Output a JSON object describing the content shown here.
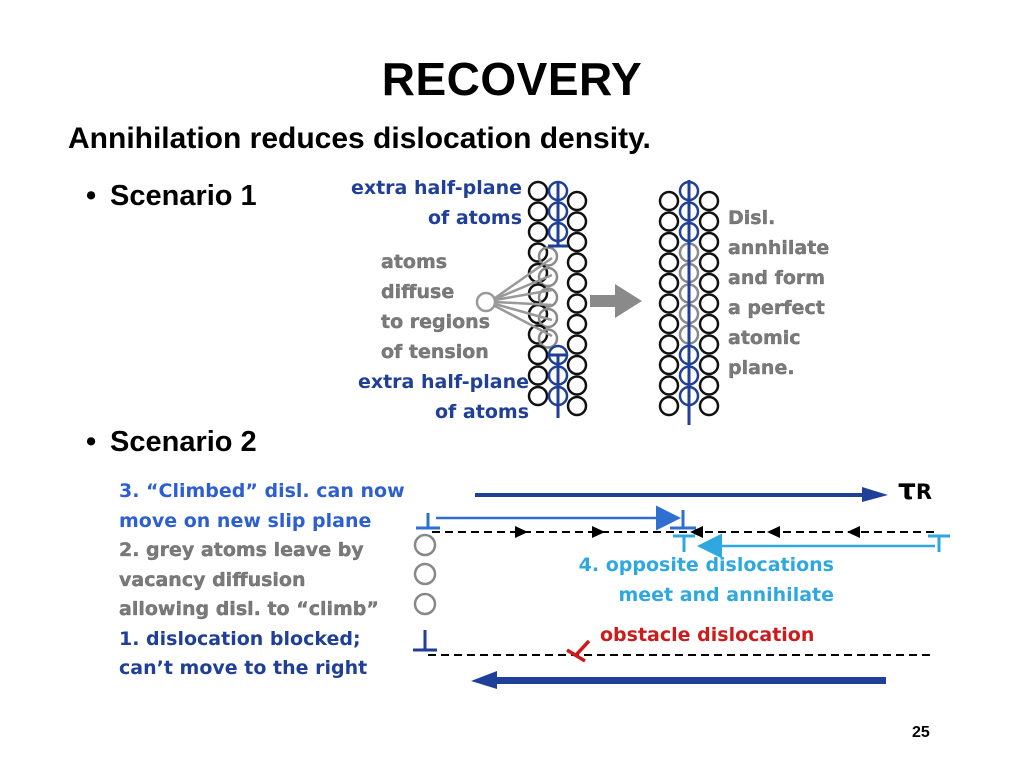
{
  "slide": {
    "title": "RECOVERY",
    "subtitle": "Annihilation reduces dislocation density.",
    "page_number": "25"
  },
  "bullets": {
    "marker": "•",
    "scenario1": "Scenario 1",
    "scenario2": "Scenario 2"
  },
  "scenario1": {
    "top_label": [
      "extra half-plane",
      "of atoms"
    ],
    "diffuse_label": [
      "atoms",
      "diffuse",
      "to regions",
      "of tension"
    ],
    "bottom_label": [
      "extra half-plane",
      "of atoms"
    ],
    "result_label": [
      "Disl.",
      "annhilate",
      "and form",
      "a perfect",
      "atomic",
      "plane."
    ]
  },
  "scenario2": {
    "step3": [
      "3.  “Climbed” disl. can now",
      "move on new slip plane"
    ],
    "step2": [
      "2.  grey atoms leave by",
      "vacancy diffusion",
      "allowing disl. to “climb”"
    ],
    "step1": [
      "1.  dislocation blocked;",
      "can’t move to the right"
    ],
    "step4": [
      "4.  opposite dislocations",
      "meet and annihilate"
    ],
    "obstacle": "obstacle dislocation",
    "stress_symbol": "τ",
    "stress_subscript": "R"
  },
  "colors": {
    "dark_blue": "#1f3f98",
    "mid_blue": "#2e6fd0",
    "light_blue": "#2fa8e0",
    "grey": "#8a8a8a",
    "red": "#cc1b1b"
  }
}
